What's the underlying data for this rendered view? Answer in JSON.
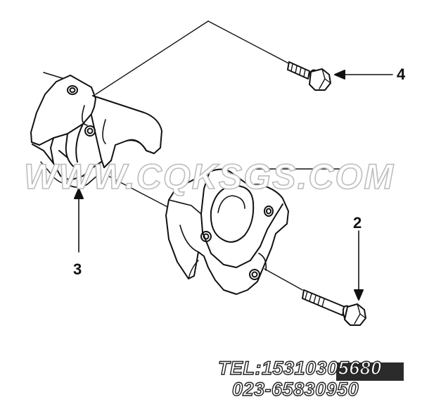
{
  "callouts": {
    "c2": "2",
    "c3": "3",
    "c4": "4"
  },
  "watermark": "WWW.CQKSGS.COM",
  "contact": {
    "tel": "TEL:15310305680",
    "phone2": "023-65830950"
  },
  "colors": {
    "line": "#111111",
    "watermark_outline": "#bdbdbd"
  }
}
